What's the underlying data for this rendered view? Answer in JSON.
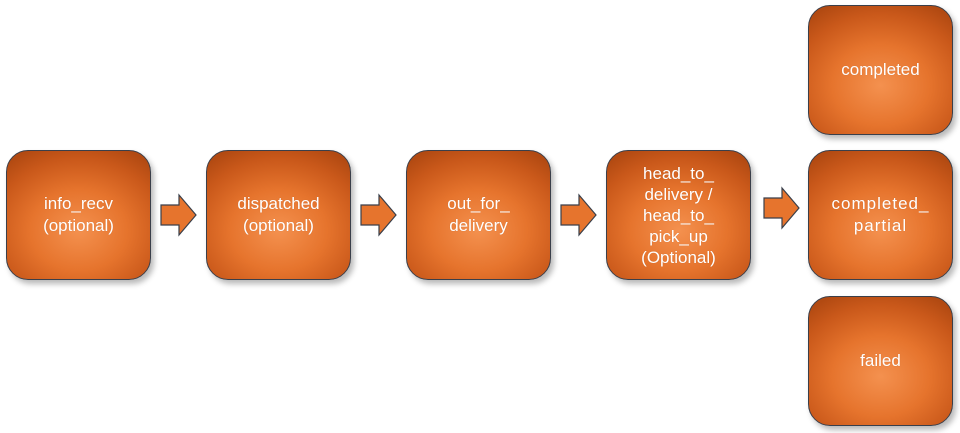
{
  "diagram": {
    "nodes": [
      {
        "id": "info_recv",
        "label": "info_recv\n(optional)"
      },
      {
        "id": "dispatched",
        "label": "dispatched\n(optional)"
      },
      {
        "id": "out_for_delivery",
        "label": "out_for_\ndelivery"
      },
      {
        "id": "head_to",
        "label": "head_to_\ndelivery /\nhead_to_\npick_up\n(Optional)"
      },
      {
        "id": "completed",
        "label": "completed"
      },
      {
        "id": "completed_partial",
        "label": "completed_\npartial"
      },
      {
        "id": "failed",
        "label": "failed"
      }
    ],
    "edges": [
      {
        "from": "info_recv",
        "to": "dispatched"
      },
      {
        "from": "dispatched",
        "to": "out_for_delivery"
      },
      {
        "from": "out_for_delivery",
        "to": "head_to"
      },
      {
        "from": "head_to",
        "to": "completed_partial"
      }
    ],
    "colors": {
      "node_fill": "#e6742d",
      "node_border": "#3a3f4a",
      "text": "#ffffff",
      "arrow_fill": "#e6742d"
    }
  }
}
